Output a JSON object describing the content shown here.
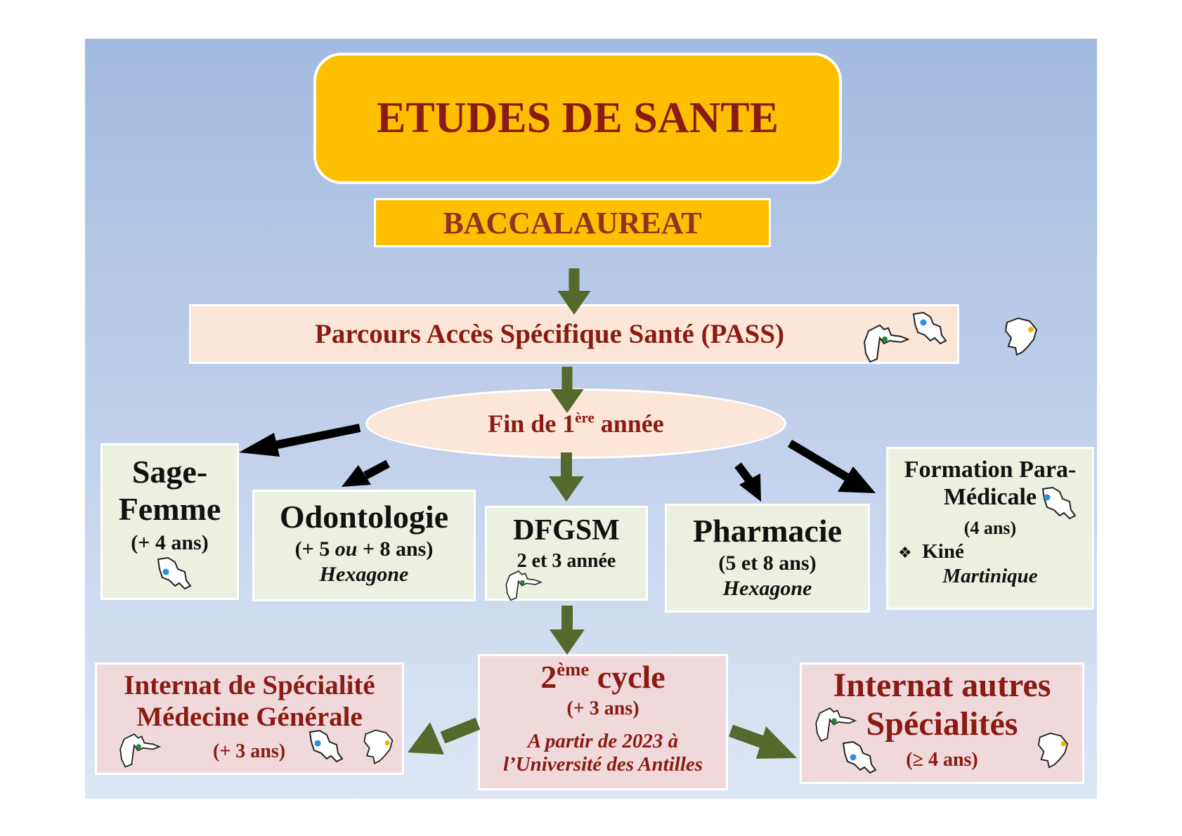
{
  "title": "ETUDES DE SANTE",
  "baccalaureat": "BACCALAUREAT",
  "pass": "Parcours Accès Spécifique Santé (PASS)",
  "fin_annee": {
    "prefix": "Fin de 1",
    "sup": "ère",
    "suffix": " année"
  },
  "sage_femme": {
    "line1": "Sage-",
    "line2": "Femme",
    "duration": "(+ 4 ans)"
  },
  "odontologie": {
    "name": "Odontologie",
    "duration_a": "(+ 5 ",
    "duration_ou": "ou",
    "duration_b": " + 8 ans)",
    "location": "Hexagone"
  },
  "dfgsm": {
    "name": "DFGSM",
    "sub": "2 et 3 année"
  },
  "pharmacie": {
    "name": "Pharmacie",
    "duration": "(5 et 8 ans)",
    "location": "Hexagone"
  },
  "paramedicale": {
    "line1": "Formation Para-",
    "line2": "Médicale",
    "duration": "(4 ans)",
    "bullet": "❖",
    "kine": "Kiné",
    "location": "Martinique"
  },
  "deuxieme_cycle": {
    "num": "2",
    "sup": "ème",
    "word": " cycle",
    "duration": "(+ 3 ans)",
    "note1": "A partir de 2023 à",
    "note2": "l’Université des Antilles"
  },
  "internat_mg": {
    "line1": "Internat de Spécialité",
    "line2": "Médecine Générale",
    "duration": "(+ 3 ans)"
  },
  "internat_autres": {
    "line1": "Internat autres",
    "line2": "Spécialités",
    "duration": "(≥ 4 ans)"
  },
  "colors": {
    "title_fill": "#fdbf00",
    "title_text": "#8b1a12",
    "pale_peach": "#fce6d8",
    "pale_green": "#ecf0e0",
    "pale_pink": "#f0d9db",
    "arrow_green": "#56692c",
    "arrow_black": "#000000",
    "dot_blue": "#2f8de0",
    "dot_green": "#1e8a2e",
    "dot_yellow": "#e7b700"
  },
  "icons": [
    "martinique-map-icon",
    "guadeloupe-map-icon",
    "guyane-map-icon"
  ]
}
